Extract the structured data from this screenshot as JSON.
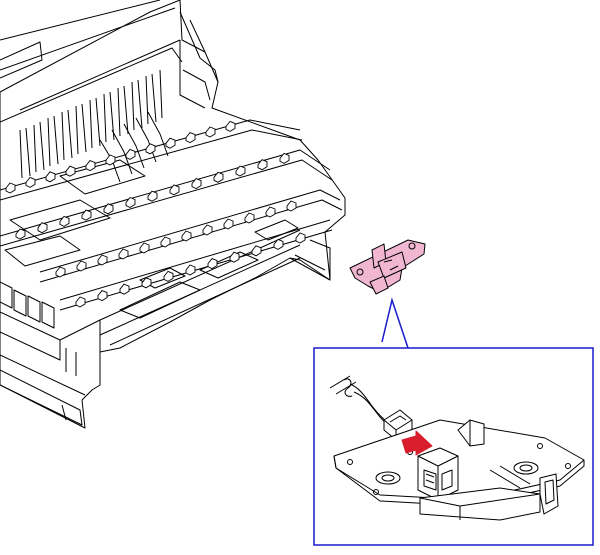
{
  "figure": {
    "line_color": "#000000",
    "fill_color": "#ffffff",
    "part_highlight_color": "#f0b6d2",
    "callout_color": "#1a1acc",
    "arrow_color": "#d81e2c"
  },
  "parts": [
    {
      "name": "printer-unit",
      "highlighted": false
    },
    {
      "name": "sensor-bracket",
      "highlighted": true
    },
    {
      "name": "connector-cable",
      "highlighted": false
    }
  ],
  "callout": {
    "icon": "detail-callout-box"
  },
  "action": {
    "icon": "insert-arrow-icon",
    "meaning": "connect"
  }
}
